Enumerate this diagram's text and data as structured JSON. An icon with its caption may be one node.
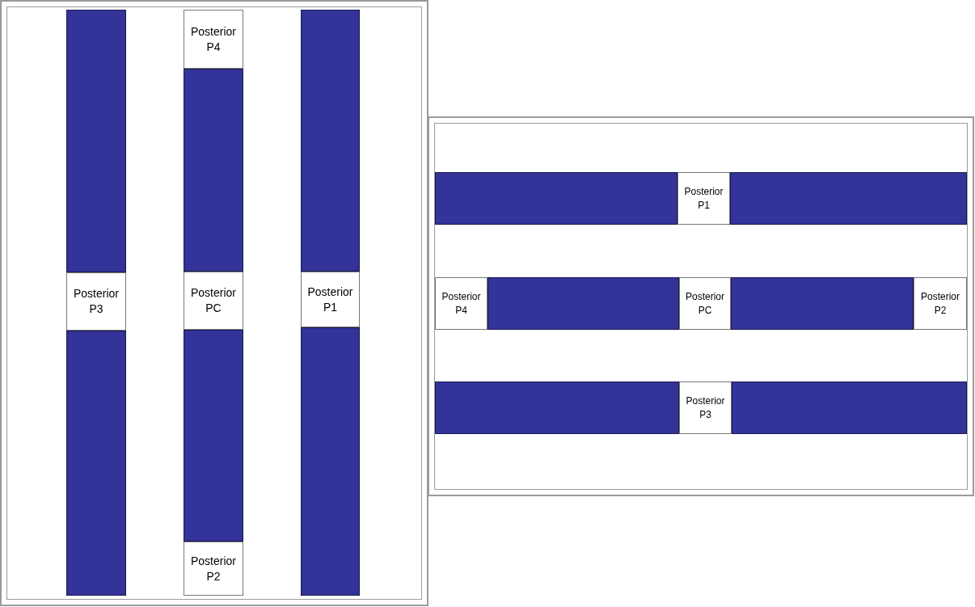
{
  "diagram": {
    "nodes": [
      {
        "text": [],
        "shape": "box"
      },
      {
        "text": [],
        "shape": "bar",
        "in": 0
      },
      {
        "text": [
          "Posterior P3"
        ],
        "in": 0
      },
      {
        "text": [],
        "shape": "bar",
        "in": 0
      },
      {
        "text": [
          "Posterior P4"
        ],
        "in": 0
      },
      {
        "text": [],
        "shape": "bar",
        "in": 0
      },
      {
        "text": [
          "Posterior PC"
        ],
        "in": 0
      },
      {
        "text": [],
        "shape": "bar",
        "in": 0
      },
      {
        "text": [
          "Posterior P2"
        ],
        "in": 0
      },
      {
        "text": [],
        "shape": "bar",
        "in": 0
      },
      {
        "text": [
          "Posterior P1"
        ],
        "in": 0
      },
      {
        "text": [],
        "shape": "bar",
        "in": 0
      },
      {
        "text": [],
        "shape": "box"
      },
      {
        "text": [],
        "shape": "bar",
        "in": 12
      },
      {
        "text": [
          "Posterior P1"
        ],
        "in": 12
      },
      {
        "text": [],
        "shape": "bar",
        "in": 12
      },
      {
        "text": [
          "Posterior P4"
        ],
        "in": 12
      },
      {
        "text": [],
        "shape": "bar",
        "in": 12
      },
      {
        "text": [
          "Posterior PC"
        ],
        "in": 12
      },
      {
        "text": [],
        "shape": "bar",
        "in": 12
      },
      {
        "text": [
          "Posterior P2"
        ],
        "in": 12
      },
      {
        "text": [],
        "shape": "bar",
        "in": 12
      },
      {
        "text": [
          "Posterior P3"
        ],
        "in": 12
      },
      {
        "text": [],
        "shape": "bar",
        "in": 12
      }
    ]
  }
}
